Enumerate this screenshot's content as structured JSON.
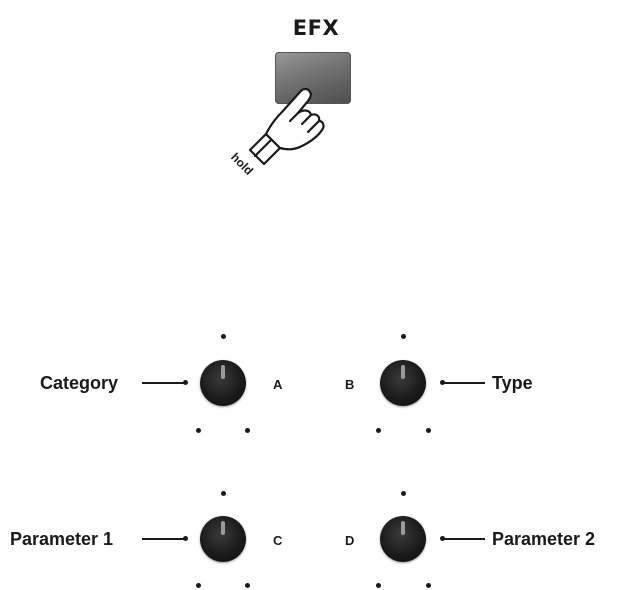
{
  "efx_button": {
    "label": "EFX",
    "action": "hold"
  },
  "knobs": [
    {
      "letter": "A",
      "label": "Category"
    },
    {
      "letter": "B",
      "label": "Type"
    },
    {
      "letter": "C",
      "label": "Parameter 1"
    },
    {
      "letter": "D",
      "label": "Parameter 2"
    }
  ],
  "colors": {
    "knob": "#1b1b1b",
    "button": "#7a7a7a",
    "indicator": "#9a9a9a"
  }
}
